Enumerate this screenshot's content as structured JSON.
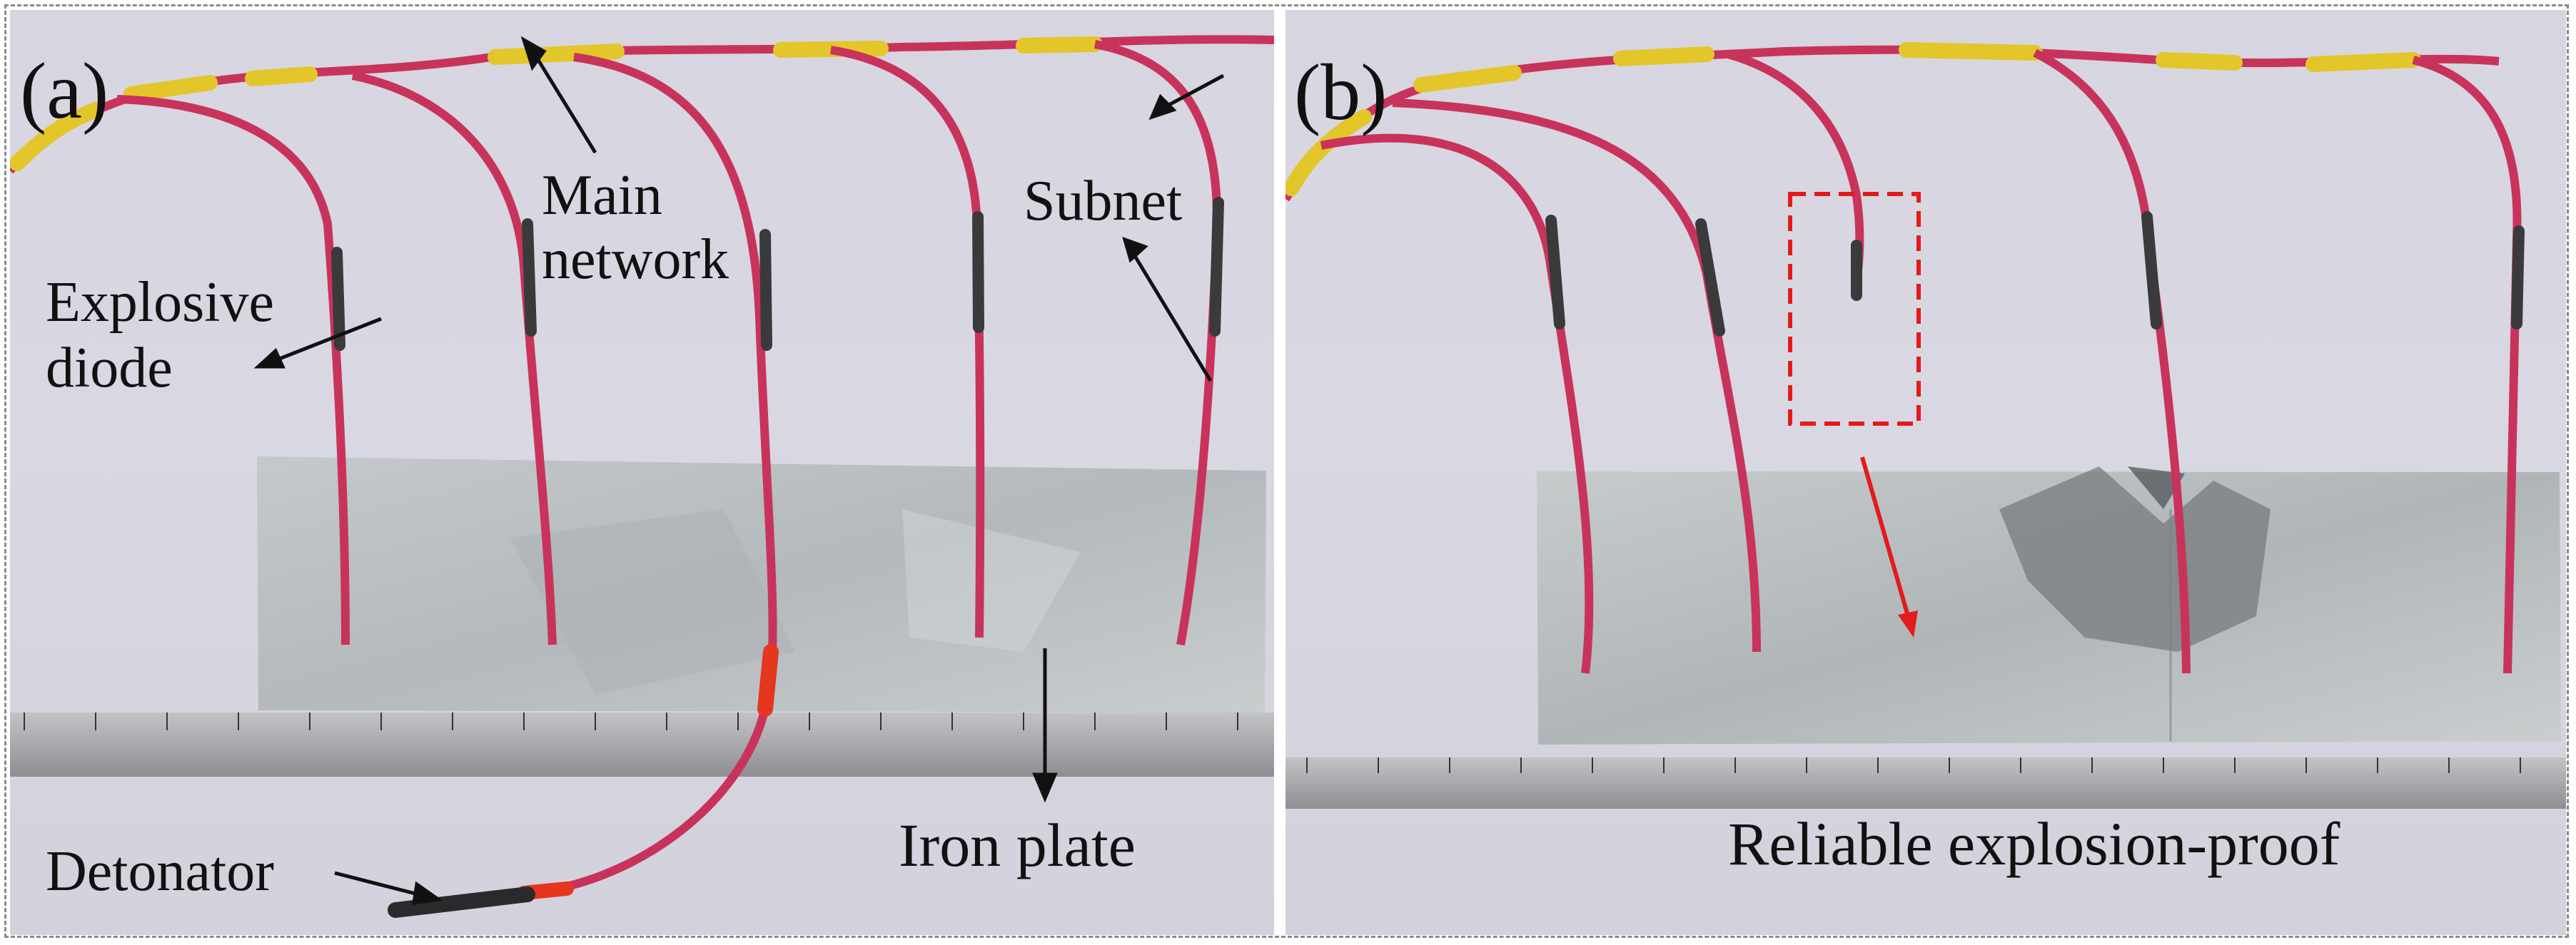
{
  "panel_a": {
    "label": "(a)",
    "annotations": {
      "main_network": [
        "Main",
        "network"
      ],
      "subnet": "Subnet",
      "explosive_diode": [
        "Explosive",
        "diode"
      ],
      "detonator": "Detonator",
      "iron_plate": "Iron plate"
    }
  },
  "panel_b": {
    "label": "(b)",
    "annotations": {
      "reliable_explosion_proof": "Reliable explosion-proof"
    }
  },
  "colors": {
    "wire": "#c8335c",
    "sleeve": "#e3c62a",
    "diode": "#3a3a3c",
    "highlight": "#e31b1b",
    "plate": "#b7bcbf",
    "ruler": "#a3a3a6"
  }
}
